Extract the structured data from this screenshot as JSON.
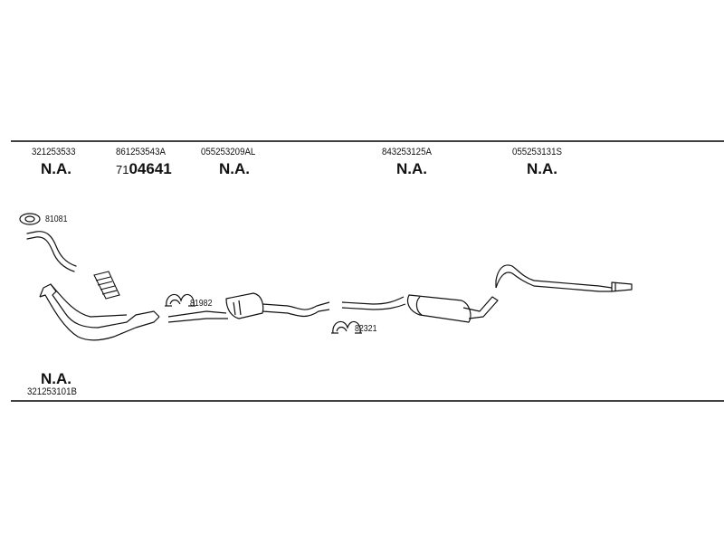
{
  "parts": [
    {
      "part_no": "321253533",
      "status": "N.A."
    },
    {
      "part_no": "861253543A",
      "ref_prefix": "71",
      "ref_main": "04641"
    },
    {
      "part_no": "055253209AL",
      "status": "N.A."
    },
    {
      "part_no": "843253125A",
      "status": "N.A."
    },
    {
      "part_no": "055253131S",
      "status": "N.A."
    }
  ],
  "bottom_part": {
    "status": "N.A.",
    "part_no": "321253101B"
  },
  "hardware_labels": {
    "gasket": "81081",
    "clamp_front": "81982",
    "clamp_rear": "82321"
  }
}
